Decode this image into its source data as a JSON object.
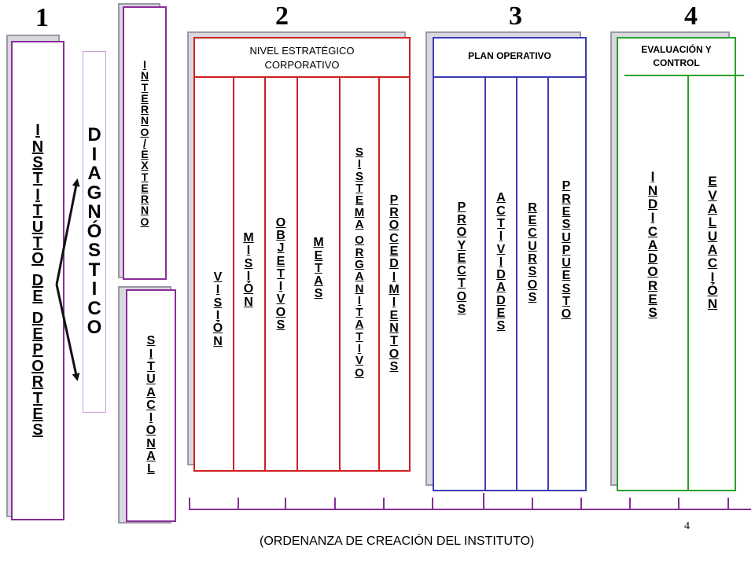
{
  "steps": {
    "one": "1",
    "two": "2",
    "three": "3",
    "four": "4"
  },
  "institute": "INSTITUTO DE DEPORTES",
  "diagnosis": "DIAGNÓSTICO",
  "internal_external": "INTERNO/EXTERNO",
  "situational": "SITUACIONAL",
  "strategic": {
    "header": [
      "NIVEL ESTRATÉGICO",
      "CORPORATIVO"
    ],
    "columns": [
      "VISIÓN",
      "MISIÓN",
      "OBJETIVOS",
      "METAS",
      "SISTEMA ORGANITATIVO",
      "PROCEDIMIENTOS"
    ]
  },
  "operative": {
    "header": "PLAN OPERATIVO",
    "columns": [
      "PROYECTOS",
      "ACTIVIDADES",
      "RECURSOS",
      "PRESUPUESTO"
    ]
  },
  "evaluation": {
    "header": [
      "EVALUACIÓN Y",
      "CONTROL"
    ],
    "columns": [
      "INDICADORES",
      "EVALUACIÓN"
    ]
  },
  "footer": "(ORDENANZA DE CREACIÓN DEL INSTITUTO)",
  "page_number": "4",
  "colors": {
    "purple": "#8a2d9a",
    "red": "#d02020",
    "blue": "#3c3cb4",
    "green": "#2aa02a",
    "shadow": "#9a9aa8"
  }
}
